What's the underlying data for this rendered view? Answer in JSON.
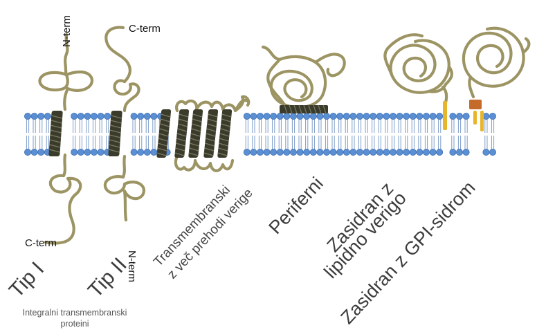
{
  "labels": {
    "n_term": "N-term",
    "c_term": "C-term",
    "type1": "Tip I",
    "type2": "Tip II",
    "multi_line1": "Transmembranski",
    "multi_line2": "z več prehodi verige",
    "peripheral": "Periferni",
    "lipid_line1": "Zasidran z",
    "lipid_line2": "lipidno verigo",
    "gpi": "Zasidran z GPI-sidrom",
    "integral_line1": "Integralni transmembranski",
    "integral_line2": "proteini"
  },
  "colors": {
    "lipid_head": "#5b8fd4",
    "lipid_tail": "#f0f0f0",
    "protein_chain": "#9c9463",
    "helix": "#3b3b2c",
    "lipid_anchor": "#e8b62c",
    "gpi_anchor": "#c46a2a"
  }
}
